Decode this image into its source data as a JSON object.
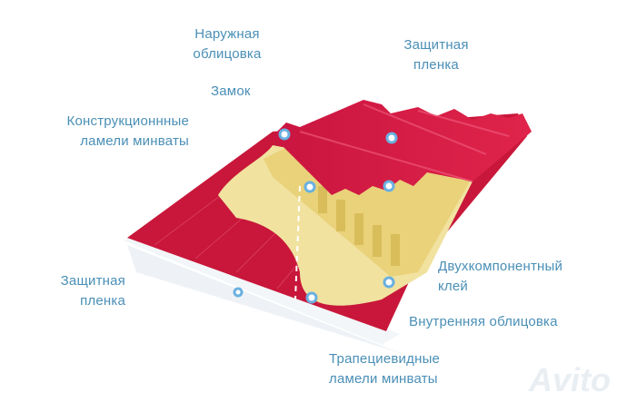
{
  "labels": {
    "outer_cladding": [
      "Наружная",
      "облицовка"
    ],
    "protective_film_top": [
      "Защитная",
      "пленка"
    ],
    "lock": "Замок",
    "structural_lamellae": [
      "Конструкционнные",
      "ламели минваты"
    ],
    "protective_film_bottom": [
      "Защитная",
      "пленка"
    ],
    "two_component_glue": [
      "Двухкомпонентный",
      "клей"
    ],
    "inner_cladding": "Внутренняя облицовка",
    "trapezoid_lamellae": [
      "Трапециевидные",
      "ламели минваты"
    ]
  },
  "watermark": "Avito",
  "colors": {
    "label_text": "#4a8fb6",
    "outer_sheet": "#d81f45",
    "inner_sheet": "#c8173a",
    "wool": "#f1e2a0",
    "glue": "#f7edb8",
    "film": "#eef2f6",
    "marker": "#6ab0e0"
  },
  "icons": [
    "marker-dot",
    "avito-logo-icon"
  ]
}
